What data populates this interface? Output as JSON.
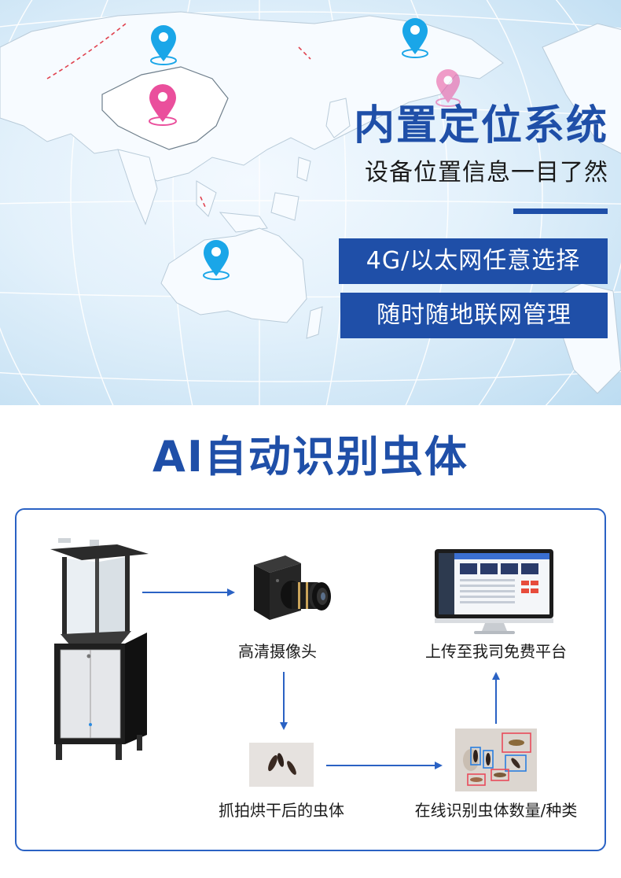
{
  "header": {
    "title": "内置定位系统",
    "subtitle": "设备位置信息一目了然",
    "feature_1": "4G/以太网任意选择",
    "feature_2": "随时随地联网管理"
  },
  "section": {
    "title": "AI自动识别虫体"
  },
  "flow": {
    "step_camera": "高清摄像头",
    "step_platform": "上传至我司免费平台",
    "step_capture": "抓拍烘干后的虫体",
    "step_identify": "在线识别虫体数量/种类"
  },
  "colors": {
    "brand_blue": "#1f4fa8",
    "pin_blue": "#1aa6e8",
    "pin_pink": "#ea4f9c"
  },
  "icons": [
    "location-pin-icon",
    "arrow-right-icon",
    "arrow-down-icon",
    "arrow-up-icon"
  ]
}
